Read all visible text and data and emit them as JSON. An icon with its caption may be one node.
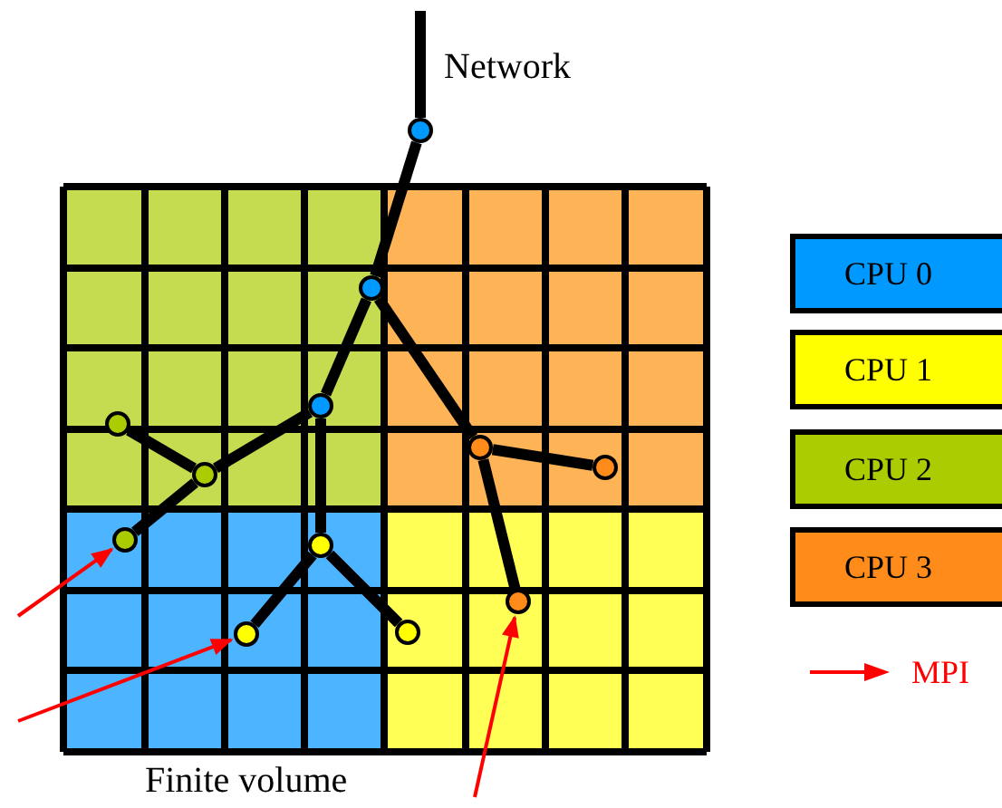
{
  "diagram": {
    "nodes": [
      {
        "text": [],
        "shape": "circle"
      },
      {
        "text": [],
        "shape": "circle"
      },
      {
        "text": [],
        "shape": "circle"
      },
      {
        "text": [],
        "shape": "circle"
      },
      {
        "text": [],
        "shape": "circle"
      },
      {
        "text": [],
        "shape": "circle"
      },
      {
        "text": [],
        "shape": "circle"
      },
      {
        "text": [],
        "shape": "circle"
      },
      {
        "text": [],
        "shape": "circle"
      },
      {
        "text": [],
        "shape": "circle"
      },
      {
        "text": [],
        "shape": "circle"
      },
      {
        "text": [],
        "shape": "circle"
      }
    ],
    "edges": [
      {
        "from": null,
        "to": 0,
        "arrow": "none",
        "label": "Network"
      },
      {
        "from": 0,
        "to": 1,
        "arrow": "none"
      },
      {
        "from": 1,
        "to": 2,
        "arrow": "none"
      },
      {
        "from": 1,
        "to": 9,
        "arrow": "none"
      },
      {
        "from": 2,
        "to": 3,
        "arrow": "none"
      },
      {
        "from": 3,
        "to": 4,
        "arrow": "none"
      },
      {
        "from": 3,
        "to": 5,
        "arrow": "none"
      },
      {
        "from": 2,
        "to": 6,
        "arrow": "none"
      },
      {
        "from": 6,
        "to": 7,
        "arrow": "none"
      },
      {
        "from": 6,
        "to": 8,
        "arrow": "none"
      },
      {
        "from": 9,
        "to": 10,
        "arrow": "none"
      },
      {
        "from": 9,
        "to": 11,
        "arrow": "none"
      },
      {
        "from": null,
        "to": 5,
        "arrow": "to",
        "color": "#ff0000"
      },
      {
        "from": null,
        "to": 7,
        "arrow": "to",
        "color": "#ff0000"
      },
      {
        "from": null,
        "to": 11,
        "arrow": "to",
        "color": "#ff0000"
      }
    ],
    "labels": [
      "Finite volume"
    ],
    "legend": [
      {
        "text": "CPU 0",
        "color": "#0099ff"
      },
      {
        "text": "CPU 1",
        "color": "#ffff00"
      },
      {
        "text": "CPU 2",
        "color": "#aacc00"
      },
      {
        "text": "CPU 3",
        "color": "#ff8c1a"
      },
      {
        "text": "MPI"
      }
    ]
  }
}
